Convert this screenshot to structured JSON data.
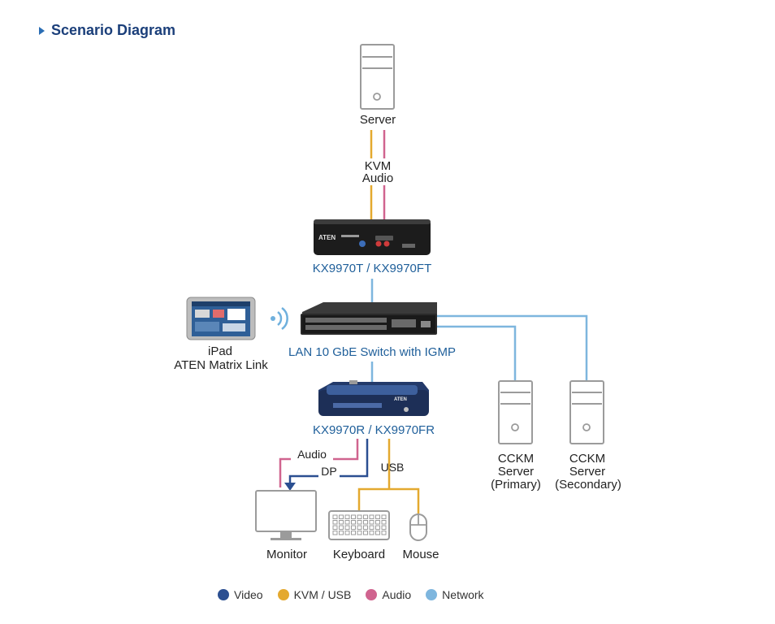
{
  "title": "Scenario Diagram",
  "nodes": {
    "server": "Server",
    "transmitter": "KX9970T / KX9970FT",
    "switch": "LAN 10 GbE Switch with IGMP",
    "ipad_line1": "iPad",
    "ipad_line2": "ATEN Matrix Link",
    "receiver": "KX9970R / KX9970FR",
    "cckm_primary_line1": "CCKM",
    "cckm_primary_line2": "Server",
    "cckm_primary_line3": "(Primary)",
    "cckm_secondary_line1": "CCKM",
    "cckm_secondary_line2": "Server",
    "cckm_secondary_line3": "(Secondary)",
    "monitor": "Monitor",
    "keyboard": "Keyboard",
    "mouse": "Mouse"
  },
  "connections": {
    "kvm": "KVM",
    "audio_top": "Audio",
    "audio": "Audio",
    "dp": "DP",
    "usb": "USB"
  },
  "legend": [
    {
      "label": "Video",
      "color": "#2b4f91"
    },
    {
      "label": "KVM / USB",
      "color": "#e4a92f"
    },
    {
      "label": "Audio",
      "color": "#d0648f"
    },
    {
      "label": "Network",
      "color": "#7eb6de"
    }
  ],
  "colors": {
    "video": "#2b4f91",
    "kvm_usb": "#e4a92f",
    "audio": "#d0648f",
    "network": "#7eb6de"
  }
}
